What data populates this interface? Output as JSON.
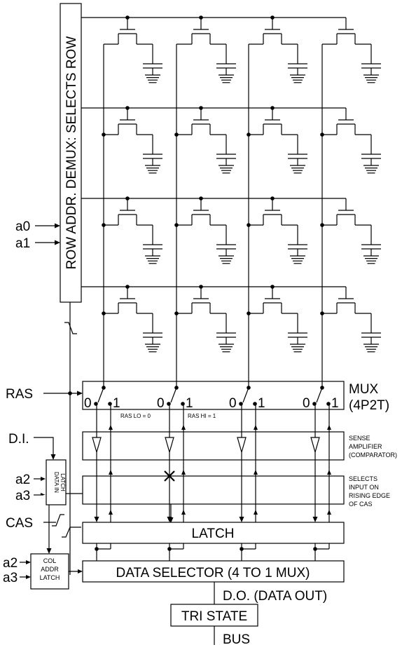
{
  "labels": {
    "row_demux": "ROW ADDR. DEMUX: SELECTS ROW",
    "a0": "a0",
    "a1": "a1",
    "ras": "RAS",
    "di": "D.I.",
    "a2_left": "a2",
    "a3_left": "a3",
    "cas": "CAS",
    "a2_col": "a2",
    "a3_col": "a3",
    "data_in_latch_1": "DATA IN",
    "data_in_latch_2": "LATCH",
    "col_latch_1": "COL",
    "col_latch_2": "ADDR",
    "col_latch_3": "LATCH",
    "mux_title": "MUX",
    "mux_sub": "(4P2T)",
    "mux_zero": "0",
    "mux_one": "1",
    "ras_lo": "RAS LO = 0",
    "ras_hi": "RAS HI = 1",
    "sense_1": "SENSE",
    "sense_2": "AMPLIFIER",
    "sense_3": "(COMPARATOR)",
    "selects_1": "SELECTS",
    "selects_2": "INPUT ON",
    "selects_3": "RISING EDGE",
    "selects_4": "OF CAS",
    "latch": "LATCH",
    "data_selector": "DATA SELECTOR (4 TO 1 MUX)",
    "data_out": "D.O. (DATA OUT)",
    "tri_state": "TRI STATE",
    "bus": "BUS"
  },
  "memory_grid": {
    "rows": 4,
    "columns": 4
  }
}
